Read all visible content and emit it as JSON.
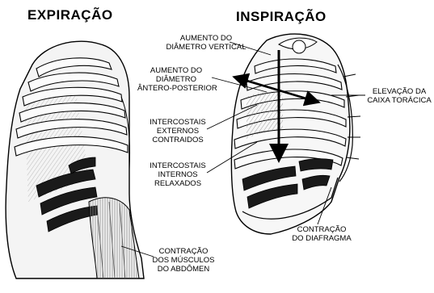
{
  "titles": {
    "expiration": "EXPIRAÇÃO",
    "inspiration": "INSPIRAÇÃO"
  },
  "labels": {
    "vertical_diameter": "AUMENTO DO\nDIÂMETRO VERTICAL",
    "ap_diameter": "AUMENTO DO\nDIÂMETRO\nÂNTERO-POSTERIOR",
    "external_intercostals": "INTERCOSTAIS\nEXTERNOS\nCONTRAIDOS",
    "internal_intercostals": "INTERCOSTAIS\nINTERNOS\nRELAXADOS",
    "ribcage_elevation": "ELEVAÇÃO DA\nCAIXA TORÁCICA",
    "diaphragm_contraction": "CONTRAÇÃO\nDO DIAFRAGMA",
    "abdominal_contraction": "CONTRAÇÃO\nDOS MÚSCULOS\nDO ABDÔMEN"
  },
  "colors": {
    "ink": "#000000",
    "muscle_dark": "#1a1a1a",
    "shade": "#bdbdbd",
    "paper": "#ffffff"
  }
}
